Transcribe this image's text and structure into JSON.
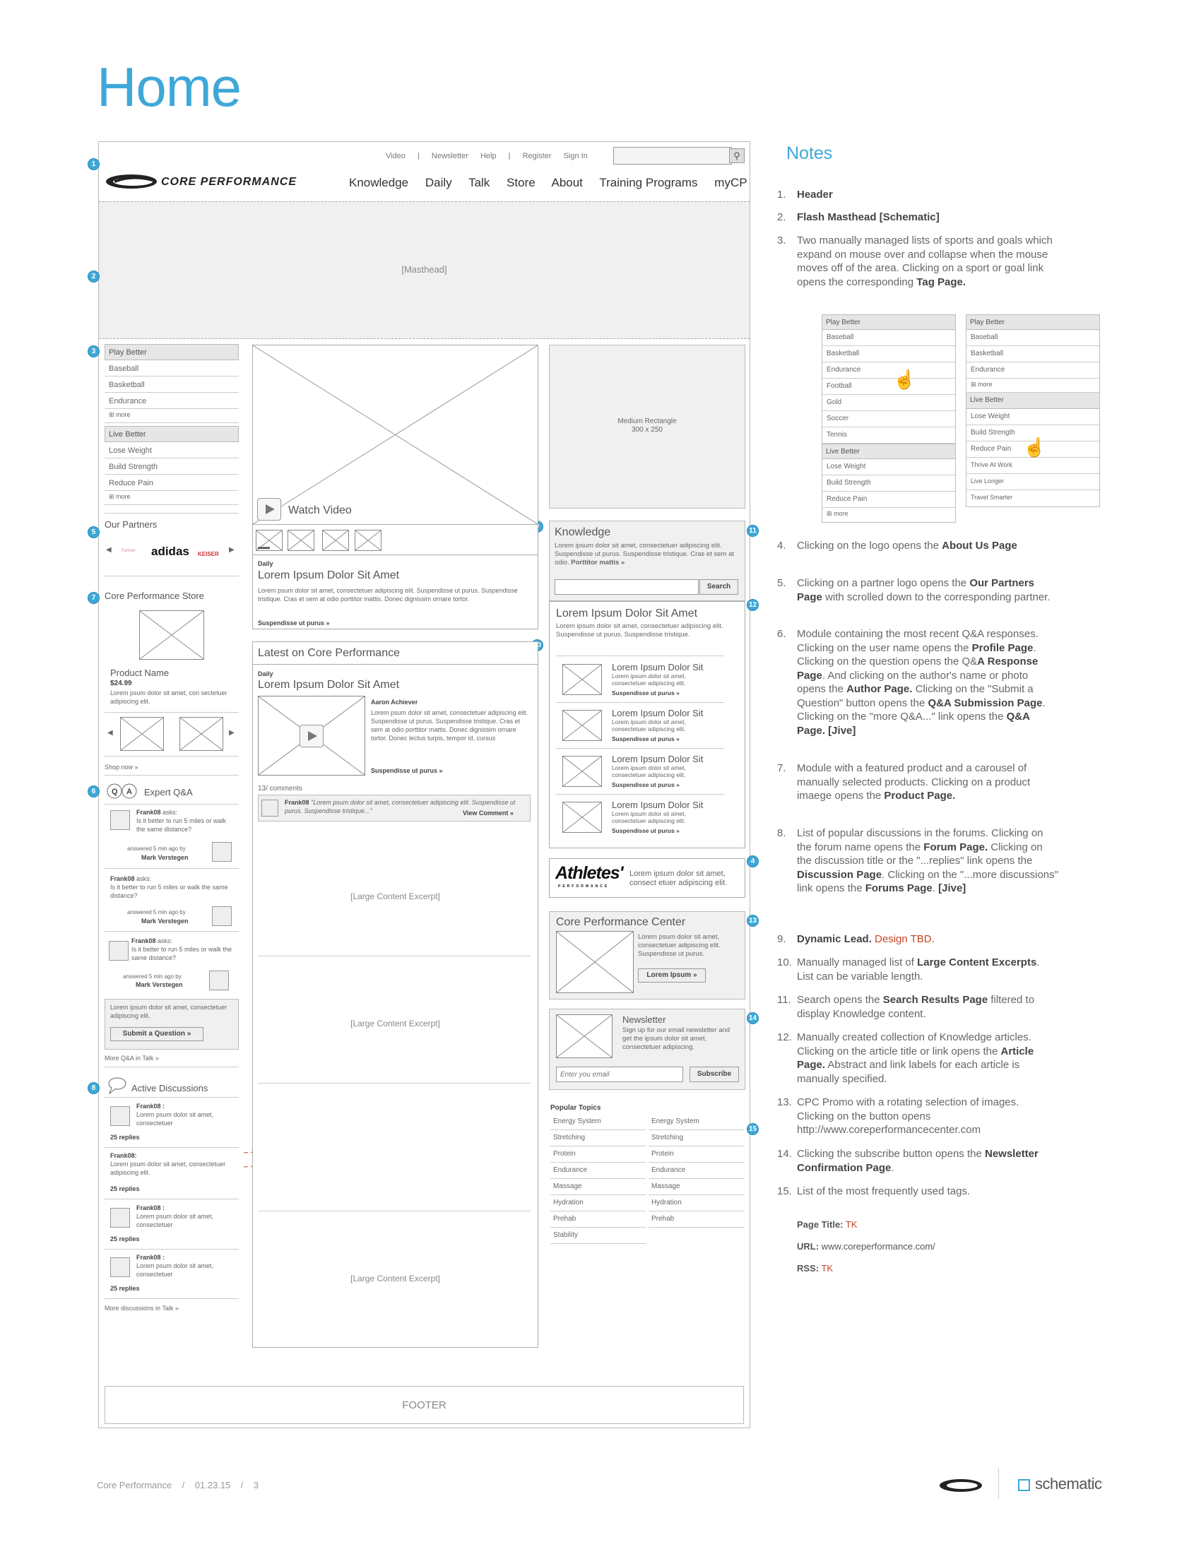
{
  "page": {
    "title": "Home"
  },
  "header": {
    "top_links": [
      "Video",
      "|",
      "Newsletter",
      "Help",
      "|",
      "Register",
      "Sign In"
    ],
    "logo_text": "CORE PERFORMANCE",
    "nav": [
      "Knowledge",
      "Daily",
      "Talk",
      "Store",
      "About",
      "Training Programs",
      "myCP"
    ]
  },
  "masthead": {
    "label": "[Masthead]"
  },
  "left": {
    "play_better": {
      "title": "Play Better",
      "items": [
        "Baseball",
        "Basketball",
        "Endurance"
      ],
      "more": "more"
    },
    "live_better": {
      "title": "Live Better",
      "items": [
        "Lose Weight",
        "Build Strength",
        "Reduce Pain"
      ],
      "more": "more"
    },
    "partners": {
      "title": "Our Partners",
      "logos": [
        "Partner",
        "adidas",
        "KEISER"
      ]
    },
    "store": {
      "title": "Core Performance Store",
      "product_name": "Product Name",
      "price": "$24.99",
      "desc": "Lorem psum dolor sit amet, con sectetuer adipiscing elit.",
      "shop_now": "Shop now »"
    },
    "qa": {
      "title": "Expert Q&A",
      "items": [
        {
          "user": "Frank08",
          "asks": "asks:",
          "question": "Is it better to run 5 miles or walk the same distance?",
          "answered": "answered 5 min ago by",
          "expert": "Mark Verstegen"
        },
        {
          "user": "Frank08",
          "asks": "asks:",
          "question": "Is it better to run 5 miles or walk the same distance?",
          "answered": "answered 5 min ago by",
          "expert": "Mark Verstegen"
        },
        {
          "user": "Frank08",
          "asks": "asks:",
          "question": "Is it better to run 5 miles or walk the same distance?",
          "answered": "answered 5 min ago by",
          "expert": "Mark Verstegen"
        }
      ],
      "submit_text": "Lorem ipsum dolor sit amet, consectetuer adipiscing elit.",
      "submit_button": "Submit a Question »",
      "more": "More Q&A in Talk »"
    },
    "discussions": {
      "title": "Active Discussions",
      "items": [
        {
          "user": "Frank08 :",
          "text": "Lorem psum dolor sit amet, consectetuer",
          "replies": "25 replies"
        },
        {
          "user": "Frank08:",
          "text": "Lorem psum dolor sit amet, consectetuer adipiscing elit.",
          "replies": "25 replies"
        },
        {
          "user": "Frank08 :",
          "text": "Lorem psum dolor sit amet, consectetuer",
          "replies": "25 replies"
        },
        {
          "user": "Frank08 :",
          "text": "Lorem psum dolor sit amet, consectetuer",
          "replies": "25 replies"
        }
      ],
      "more": "More discussions in Talk »"
    }
  },
  "center": {
    "lead": {
      "watch": "Watch Video",
      "kicker": "Daily",
      "headline": "Lorem Ipsum Dolor Sit Amet",
      "body": "Lorem psum dolor sit amet, consectetuer adipiscing elit. Suspendisse ut purus. Suspendisse tristique. Cras et sem at odio porttitor mattis. Donec dignissim ornare tortor.",
      "link": "Suspendisse ut purus »"
    },
    "latest": {
      "title": "Latest on Core Performance",
      "kicker": "Daily",
      "headline": "Lorem Ipsum Dolor Sit Amet",
      "author": "Aaron Achiever",
      "body": "Lorem psum dolor sit amet, consectetuer adipiscing elit. Suspendisse ut purus. Suspendisse tristique. Cras et sem at odio porttitor mattis. Donec dignissim ornare tortor. Donec lectus turpis, tempor id, cursus",
      "link": "Suspendisse ut purus »",
      "comments": "13/ comments",
      "comment_user": "Frank08",
      "comment_text": "\"Lorem psum dolor sit amet, consectetuer adipiscing elit. Suspendisse ut purus. Suspendisse tristique...\"",
      "view_comment": "View Comment »"
    },
    "excerpts": [
      "[Large Content Excerpt]",
      "[Large Content Excerpt]",
      "[Large Content Excerpt]"
    ]
  },
  "right": {
    "ad": {
      "line1": "Medium Rectangle",
      "line2": "300 x 250"
    },
    "knowledge": {
      "title": "Knowledge",
      "body": "Lorem ipsum dolor sit amet, consectetuer adipiscing elit. Suspendisse ut purus. Suspendisse tristique. Cras et sem at odio.",
      "link": "Porttitor mattis »",
      "search_button": "Search"
    },
    "articles": {
      "headline": "Lorem Ipsum Dolor Sit Amet",
      "body": "Lorem ipsum dolor sit amet, consectetuer adipiscing elit. Suspendisse ut purus. Suspendisse tristique.",
      "items": [
        {
          "title": "Lorem Ipsum Dolor Sit",
          "body": "Lorem ipsum dolor sit amet, consectetuer adipiscing elit.",
          "link": "Suspendisse ut purus »"
        },
        {
          "title": "Lorem Ipsum Dolor Sit",
          "body": "Lorem ipsum dolor sit amet, consectetuer adipiscing elit.",
          "link": "Suspendisse ut purus »"
        },
        {
          "title": "Lorem Ipsum Dolor Sit",
          "body": "Lorem ipsum dolor sit amet, consectetuer adipiscing elit.",
          "link": "Suspendisse ut purus »"
        },
        {
          "title": "Lorem Ipsum Dolor Sit",
          "body": "Lorem ipsum dolor sit amet, consectetuer adipiscing elit.",
          "link": "Suspendisse ut purus »"
        }
      ]
    },
    "athletes": {
      "logo": "Athletes'",
      "sub": "PERFORMANCE",
      "text": "Lorem ipsum dolor sit amet, consect etuer adipiscing elit."
    },
    "cpc": {
      "title": "Core Performance Center",
      "body": "Lorem psum dolor sit amet, consectetuer adipiscing elit. Suspendisse ut purus.",
      "button": "Lorem Ipsum »"
    },
    "newsletter": {
      "title": "Newsletter",
      "body": "Sign up for our email newsletter and get the ipsum dolor sit amet, consectetuer adipiscing.",
      "placeholder": "Enter you email",
      "button": "Subscribe"
    },
    "topics": {
      "title": "Popular Topics",
      "col1": [
        "Energy System",
        "Stretching",
        "Protein",
        "Endurance",
        "Massage",
        "Hydration",
        "Prehab",
        "Stability"
      ],
      "col2": [
        "Energy System",
        "Stretching",
        "Protein",
        "Endurance",
        "Massage",
        "Hydration",
        "Prehab"
      ]
    }
  },
  "footer": {
    "label": "FOOTER"
  },
  "notes": {
    "title": "Notes",
    "items": [
      {
        "n": "1.",
        "html": "<b>Header</b>"
      },
      {
        "n": "2.",
        "html": "<b class='red'>Flash Masthead</b> <b class='blue'>[Schematic]</b>"
      },
      {
        "n": "3.",
        "html": "Two manually managed lists of sports and goals which expand on mouse over and collapse when the mouse moves off of the area. Clicking on a sport or goal link opens the corresponding <b>Tag Page.</b>"
      },
      {
        "n": "4.",
        "html": "Clicking on the logo opens the <b>About Us Page</b>"
      },
      {
        "n": "5.",
        "html": "Clicking on a partner logo opens the <b>Our Partners Page</b> with scrolled down to the corresponding partner."
      },
      {
        "n": "6.",
        "html": "Module containing the most recent Q&amp;A responses. Clicking on the user name opens the <b>Profile Page</b>. Clicking on the question opens the Q&amp;<b>A Response Page</b>. And clicking on the author's name or photo opens the <b>Author Page.</b> Clicking on the \"Submit a Question\" button opens the <b>Q&amp;A Submission Page</b>. Clicking on the \"more Q&amp;A...\" link opens the <b>Q&amp;A Page. [Jive]</b>"
      },
      {
        "n": "7.",
        "html": "Module with a featured product and a carousel of manually selected products. Clicking on a product imaege opens the <b>Product Page.</b>"
      },
      {
        "n": "8.",
        "html": "List of popular discussions in the forums. Clicking on the forum name opens the <b>Forum Page.</b> Clicking on the discussion title or the \"...replies\" link opens the <b>Discussion Page</b>. Clicking on the \"...more discussions\" link opens the <b>Forums Page</b>. <b>[Jive]</b>"
      },
      {
        "n": "9.",
        "html": "<b class='red'>Dynamic Lead.</b> <span class='red'>Design TBD.</span>"
      },
      {
        "n": "10.",
        "html": "Manually managed list of <b>Large Content Excerpts</b>. List can be variable length."
      },
      {
        "n": "11.",
        "html": "Search opens the <b>Search Results Page</b> filtered to display Knowledge content."
      },
      {
        "n": "12.",
        "html": "Manually created collection of Knowledge articles. Clicking on the article title or link opens the <b>Article Page.</b> Abstract and link labels for each article is manually specified."
      },
      {
        "n": "13.",
        "html": "CPC Promo with a rotating selection of images. Clicking on the button opens http://www.coreperformancecenter.com"
      },
      {
        "n": "14.",
        "html": "Clicking the subscribe button opens the <b>Newsletter Confirmation Page</b>."
      },
      {
        "n": "15.",
        "html": "List of the most frequently used tags."
      }
    ],
    "menu_a": {
      "play": "Play Better",
      "items": [
        "Baseball",
        "Basketball",
        "Endurance",
        "Football",
        "Gold",
        "Soccer",
        "Tennis"
      ],
      "live": "Live Better",
      "live_items": [
        "Lose Weight",
        "Build Strength",
        "Reduce Pain"
      ],
      "more": "more"
    },
    "menu_b": {
      "play": "Play Better",
      "items": [
        "Baseball",
        "Basketball",
        "Endurance"
      ],
      "more": "more",
      "live": "Live Better",
      "live_items": [
        "Lose Weight",
        "Build Strength",
        "Reduce Pain",
        "Thrive At Work",
        "Live Longer",
        "Travel Smarter"
      ]
    },
    "meta": {
      "page_title_label": "Page Title:",
      "page_title": "TK",
      "url_label": "URL:",
      "url": "www.coreperformance.com/",
      "rss_label": "RSS:",
      "rss": "TK"
    }
  },
  "doc_footer": {
    "project": "Core Performance",
    "date": "01.23.15",
    "page": "3",
    "brand": "schematic"
  },
  "markers": [
    "1",
    "2",
    "3",
    "4",
    "5",
    "6",
    "7",
    "8",
    "9",
    "10",
    "11",
    "12",
    "13",
    "14",
    "15"
  ],
  "colors": {
    "accent": "#3ea8d8",
    "note_red": "#c84624"
  }
}
